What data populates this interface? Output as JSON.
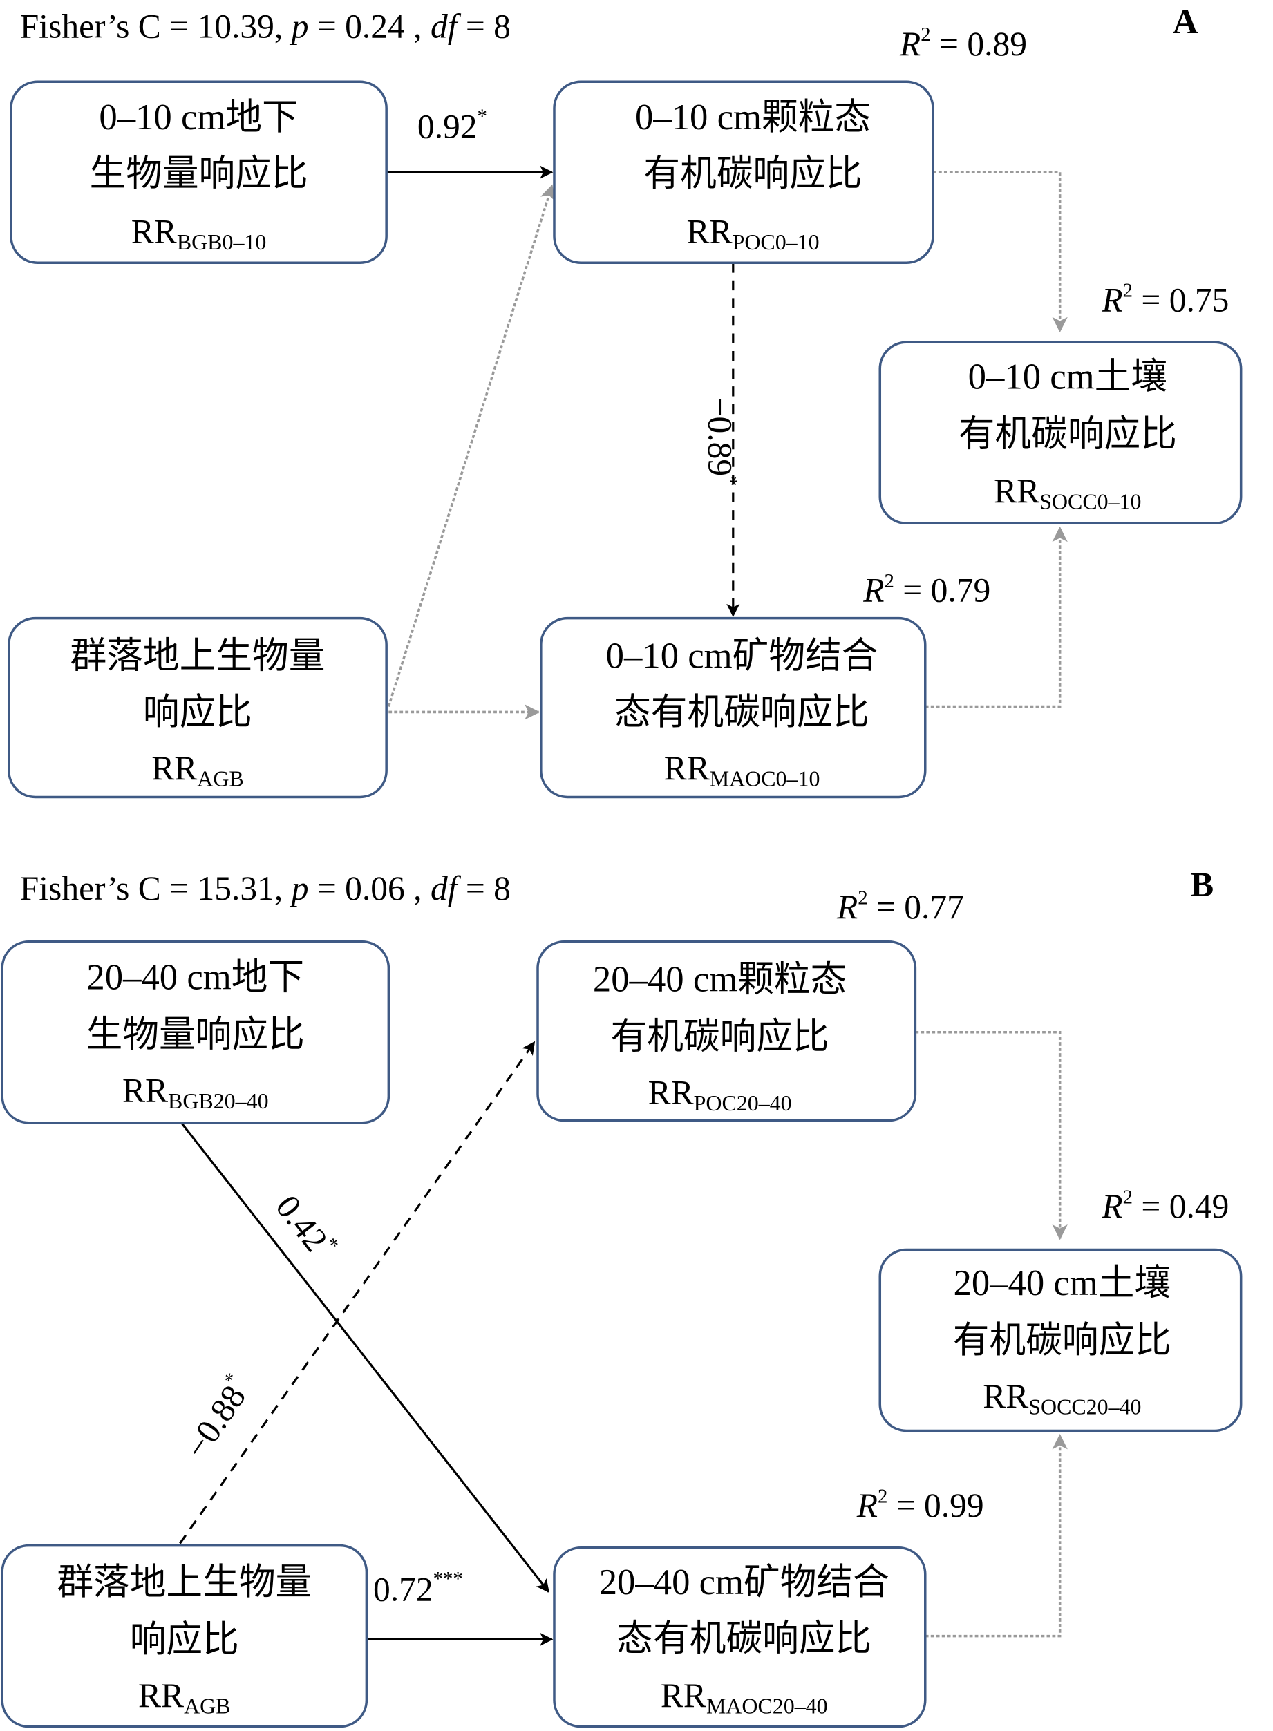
{
  "panels": [
    {
      "label": "A",
      "fit": {
        "prefix": "Fisher’s C = ",
        "C": "10.39",
        "p_label": "p",
        "p": "0.24",
        "df_label": "df",
        "df": "8"
      },
      "boxes": {
        "bgb": {
          "line1": "0–10 cm地下",
          "line2": "生物量响应比",
          "rr": "RR",
          "sub": "BGB0–10"
        },
        "poc": {
          "line1": "0–10 cm颗粒态",
          "line2": "有机碳响应比",
          "rr": "RR",
          "sub": "POC0–10",
          "r2": "0.89"
        },
        "soc": {
          "line1": "0–10 cm土壤",
          "line2": "有机碳响应比",
          "rr": "RR",
          "sub": "SOCC0–10",
          "r2": "0.75"
        },
        "agb": {
          "line1": "群落地上生物量",
          "line2": "响应比",
          "rr": "RR",
          "sub": "AGB"
        },
        "maoc": {
          "line1": "0–10 cm矿物结合",
          "line2": "态有机碳响应比",
          "rr": "RR",
          "sub": "MAOC0–10",
          "r2": "0.79"
        }
      },
      "paths": [
        {
          "from": "bgb",
          "to": "poc",
          "coef": "0.92",
          "sig": "*",
          "style": "solid"
        },
        {
          "from": "poc",
          "to": "maoc",
          "coef": "−0.89",
          "sig": "*",
          "style": "dashed"
        },
        {
          "from": "agb",
          "to": "poc",
          "style": "non-significant"
        },
        {
          "from": "agb",
          "to": "maoc",
          "style": "non-significant"
        },
        {
          "from": "poc",
          "to": "soc",
          "style": "non-significant"
        },
        {
          "from": "maoc",
          "to": "soc",
          "style": "non-significant"
        }
      ]
    },
    {
      "label": "B",
      "fit": {
        "prefix": "Fisher’s C = ",
        "C": "15.31",
        "p_label": "p",
        "p": "0.06",
        "df_label": "df",
        "df": "8"
      },
      "boxes": {
        "bgb": {
          "line1": "20–40 cm地下",
          "line2": "生物量响应比",
          "rr": "RR",
          "sub": "BGB20–40"
        },
        "poc": {
          "line1": "20–40 cm颗粒态",
          "line2": "有机碳响应比",
          "rr": "RR",
          "sub": "POC20–40",
          "r2": "0.77"
        },
        "soc": {
          "line1": "20–40 cm土壤",
          "line2": "有机碳响应比",
          "rr": "RR",
          "sub": "SOCC20–40",
          "r2": "0.49"
        },
        "agb": {
          "line1": "群落地上生物量",
          "line2": "响应比",
          "rr": "RR",
          "sub": "AGB"
        },
        "maoc": {
          "line1": "20–40 cm矿物结合",
          "line2": "态有机碳响应比",
          "rr": "RR",
          "sub": "MAOC20–40",
          "r2": "0.99"
        }
      },
      "paths": [
        {
          "from": "bgb",
          "to": "maoc",
          "coef": "0.42",
          "sig": "*",
          "style": "solid"
        },
        {
          "from": "agb",
          "to": "poc",
          "coef": "−0.88",
          "sig": "*",
          "style": "dashed"
        },
        {
          "from": "agb",
          "to": "maoc",
          "coef": "0.72",
          "sig": "***",
          "style": "solid"
        },
        {
          "from": "poc",
          "to": "soc",
          "style": "non-significant"
        },
        {
          "from": "maoc",
          "to": "soc",
          "style": "non-significant"
        }
      ]
    }
  ],
  "r2_label": "R",
  "r2_sup": "2",
  "r2_eq": " = "
}
